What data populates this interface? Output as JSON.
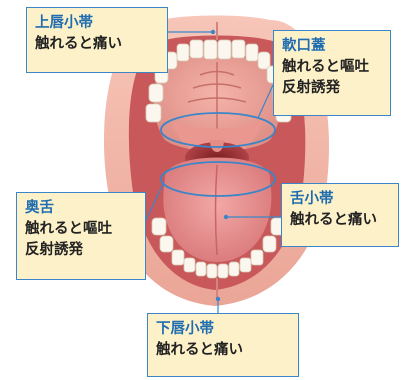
{
  "colors": {
    "box_fill": "#fdf1c9",
    "box_border": "#3a86c8",
    "title_text": "#1f6db0",
    "body_text": "#222222",
    "marker": "#3a86c8"
  },
  "callouts": {
    "upper_lip_frenulum": {
      "title": "上唇小帯",
      "lines": [
        "触れると痛い"
      ]
    },
    "soft_palate": {
      "title": "軟口蓋",
      "lines": [
        "触れると嘔吐",
        "反射誘発"
      ]
    },
    "back_of_tongue": {
      "title": "奥舌",
      "lines": [
        "触れると嘔吐",
        "反射誘発"
      ]
    },
    "lingual_frenulum": {
      "title": "舌小帯",
      "lines": [
        "触れると痛い"
      ]
    },
    "lower_lip_frenulum": {
      "title": "下唇小帯",
      "lines": [
        "触れると痛い"
      ]
    }
  }
}
